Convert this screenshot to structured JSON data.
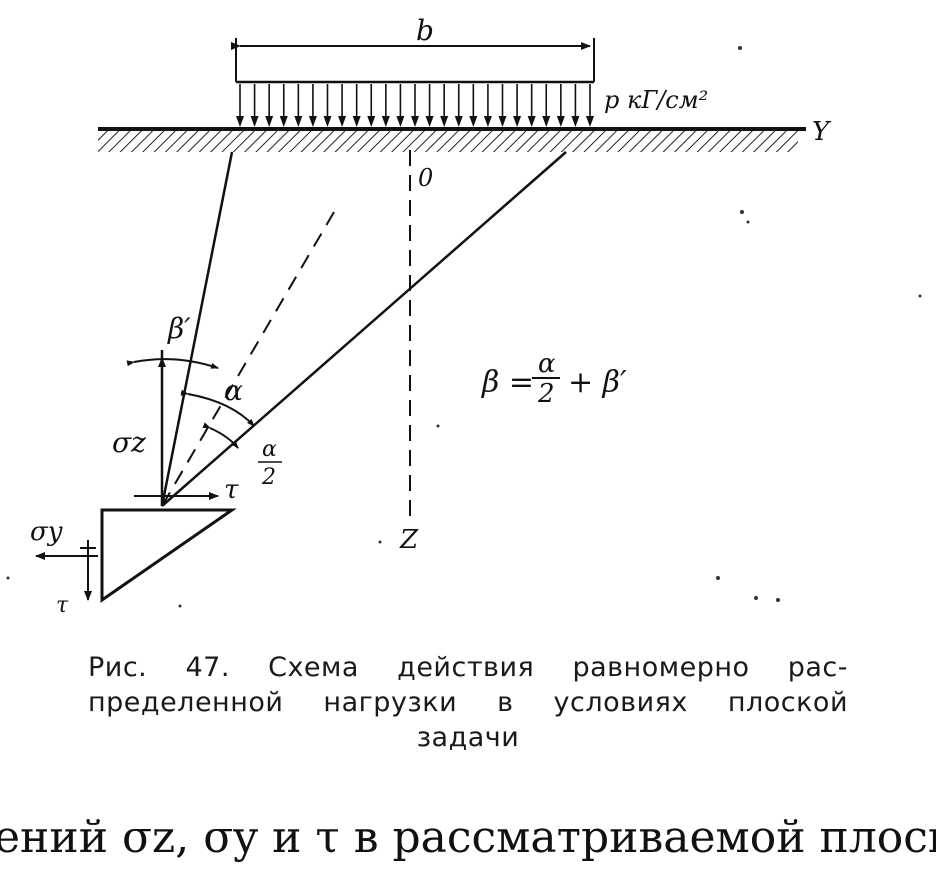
{
  "labels": {
    "b": "b",
    "load": "p кГ/см²",
    "axis_y": "Y",
    "origin": "0",
    "axis_z": "Z",
    "beta_prime": "β′",
    "sigma_z": "σz",
    "sigma_y": "σy",
    "alpha": "α",
    "half_alpha_num": "α",
    "half_alpha_den": "2",
    "tau": "τ",
    "tau_side": "τ"
  },
  "formula": {
    "lhs": "β =",
    "num": "α",
    "den": "2",
    "rhs": "+ β′"
  },
  "caption": {
    "line1": "Рис. 47. Схема действия равномерно рас-",
    "line2": "пределенной нагрузки в условиях плоской",
    "line3": "задачи"
  },
  "bottom_text": "ений σz, σy и τ в рассматриваемой плоско-"
}
